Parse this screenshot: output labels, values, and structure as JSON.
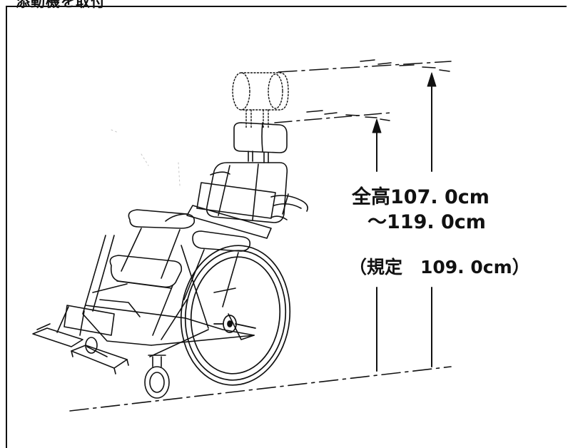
{
  "header": {
    "fragment": "添動機を取付"
  },
  "diagram": {
    "subject": "wheelchair-with-headrest",
    "height_range": {
      "line1": "全高107. 0cm",
      "line2": "～119. 0cm",
      "min_cm": 107.0,
      "max_cm": 119.0
    },
    "standard": {
      "text": "（規定　109. 0cm）",
      "value_cm": 109.0
    }
  },
  "colors": {
    "ink": "#111111",
    "background": "#ffffff"
  }
}
